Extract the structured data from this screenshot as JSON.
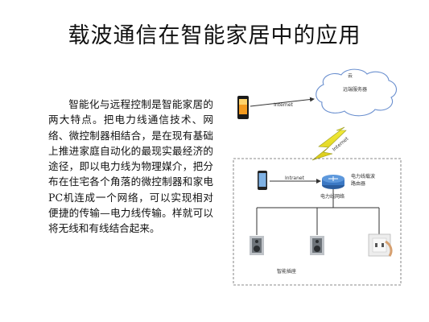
{
  "slide": {
    "title": "载波通信在智能家居中的应用",
    "body": "智能化与远程控制是智能家居的两大特点。把电力线通信技术、网络、微控制器相结合，是在现有基础上推进家庭自动化的最现实最经济的途径，即以电力线为物理媒介，把分布在住宅各个角落的微控制器和家电PC机连成一个网络，可以实现相对便捷的传输—电力线传输。样就可以将无线和有线结合起来。"
  },
  "diagram": {
    "cloud_top_label": "云",
    "cloud_label": "远端服务器",
    "internet_top_label": "Internet",
    "internet_bolt_label": "Internet",
    "intranet_label": "Intranet",
    "router_label": "电力线载波路由器",
    "powerline_network_label": "电力线网络",
    "socket_label": "智能插座",
    "icons": [
      "smartphone-icon",
      "cloud-icon",
      "lightning-icon",
      "phone-icon",
      "router-icon",
      "speaker-icon",
      "power-socket-icon"
    ]
  }
}
